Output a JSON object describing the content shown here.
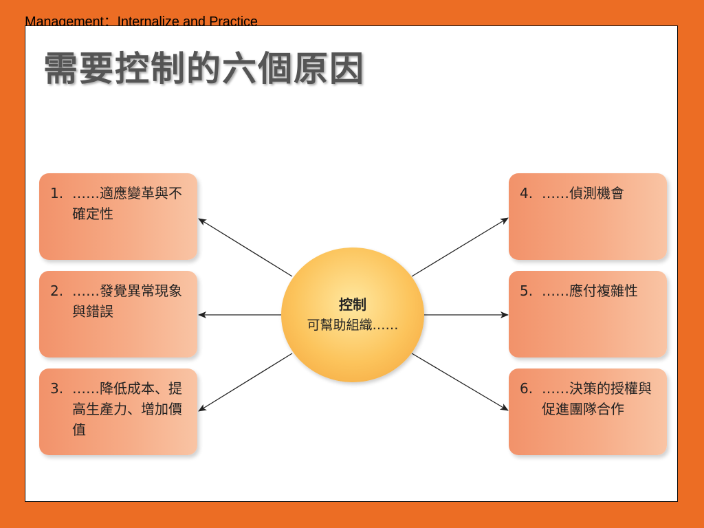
{
  "header": {
    "text": "Management：Internalize and Practice"
  },
  "slide": {
    "title": "需要控制的六個原因"
  },
  "center": {
    "line1": "控制",
    "line2": "可幫助組織……"
  },
  "reasons": [
    {
      "num": "1.",
      "text": "……適應變革與不確定性"
    },
    {
      "num": "2.",
      "text": "……發覺異常現象與錯誤"
    },
    {
      "num": "3.",
      "text": "……降低成本、提高生產力、增加價值"
    },
    {
      "num": "4.",
      "text": "……偵測機會"
    },
    {
      "num": "5.",
      "text": "……應付複雜性"
    },
    {
      "num": "6.",
      "text": "……決策的授權與促進團隊合作"
    }
  ],
  "colors": {
    "background": "#ec6d24",
    "box": "#f6ab86",
    "circle": "#fcc45c",
    "title": "#555555"
  }
}
